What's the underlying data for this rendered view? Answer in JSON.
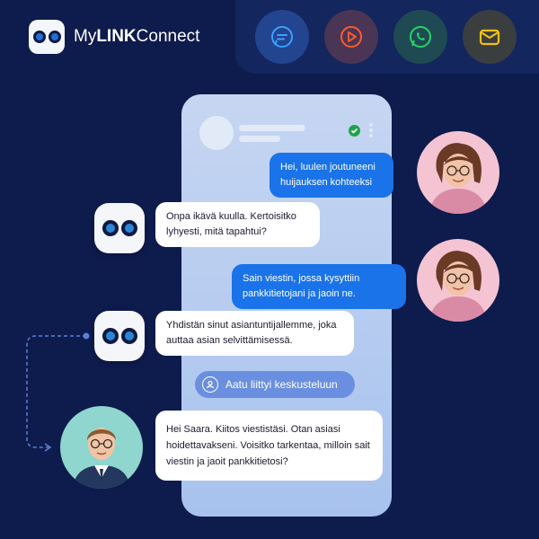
{
  "brand": {
    "name_prefix": "My",
    "name_bold": "LINK",
    "name_suffix": "Connect"
  },
  "channels": [
    "chat-icon",
    "video-icon",
    "whatsapp-icon",
    "email-icon"
  ],
  "colors": {
    "background": "#0e1b4d",
    "user_bubble": "#1a73e8",
    "bot_bubble": "#ffffff",
    "pill": "#6b8fe0",
    "email": "#f5c211",
    "whatsapp": "#25d366",
    "video": "#ff5a2c",
    "chat": "#3aa0ff"
  },
  "conversation": {
    "user_msg_1": "Hei, luulen joutuneeni huijauksen kohteeksi",
    "bot_msg_1": "Onpa ikävä kuulla. Kertoisitko lyhyesti, mitä tapahtui?",
    "user_msg_2": "Sain viestin, jossa kysyttiin pankkitietojani ja jaoin ne.",
    "bot_msg_2": "Yhdistän sinut asiantuntijallemme, joka auttaa asian selvittämisessä.",
    "join_notice": "Aatu liittyi keskusteluun",
    "agent_msg": "Hei Saara. Kiitos viestistäsi. Otan asiasi hoidettavakseni. Voisitko tarkentaa, milloin sait viestin ja jaoit pankkitietosi?"
  }
}
